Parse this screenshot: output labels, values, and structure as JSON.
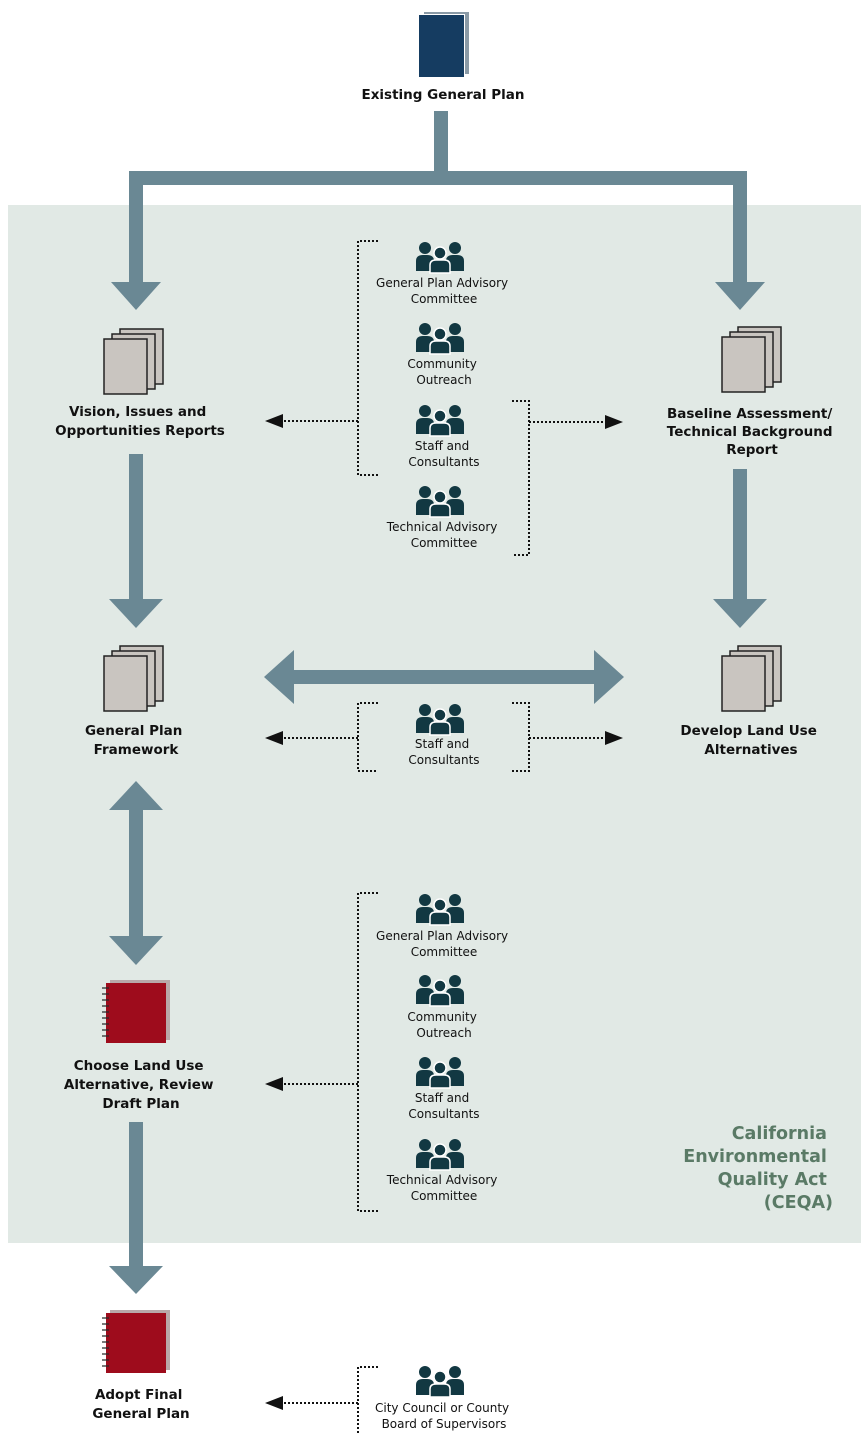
{
  "colors": {
    "panel": "#e1e9e5",
    "arrow": "#6a8894",
    "book_blue": "#153c61",
    "doc_fill": "#c9c5c0",
    "notebook_red": "#9e0c1c",
    "people": "#123842",
    "ceqa_text": "#5a7a66"
  },
  "nodes": {
    "existing": [
      "Existing General Plan"
    ],
    "vision": [
      "Vision, Issues and",
      "Opportunities Reports"
    ],
    "baseline": [
      "Baseline Assessment/",
      "Technical Background",
      "Report"
    ],
    "framework": [
      "General Plan",
      "Framework"
    ],
    "alternatives": [
      "Develop Land Use",
      "Alternatives"
    ],
    "choose": [
      "Choose Land Use",
      "Alternative, Review",
      "Draft Plan"
    ],
    "adopt": [
      "Adopt Final",
      "General Plan"
    ]
  },
  "groups": {
    "gpac": [
      "General Plan Advisory",
      "Committee"
    ],
    "community": [
      "Community",
      "Outreach"
    ],
    "staff": [
      "Staff and",
      "Consultants"
    ],
    "tac": [
      "Technical Advisory",
      "Committee"
    ],
    "council": [
      "City Council or County",
      "Board of Supervisors"
    ]
  },
  "ceqa": [
    "California",
    "Environmental",
    "Quality Act",
    "(CEQA)"
  ],
  "icons": {
    "existing": "book-icon",
    "document": "document-stack-icon",
    "notebook": "spiral-notebook-icon",
    "people": "people-group-icon"
  }
}
